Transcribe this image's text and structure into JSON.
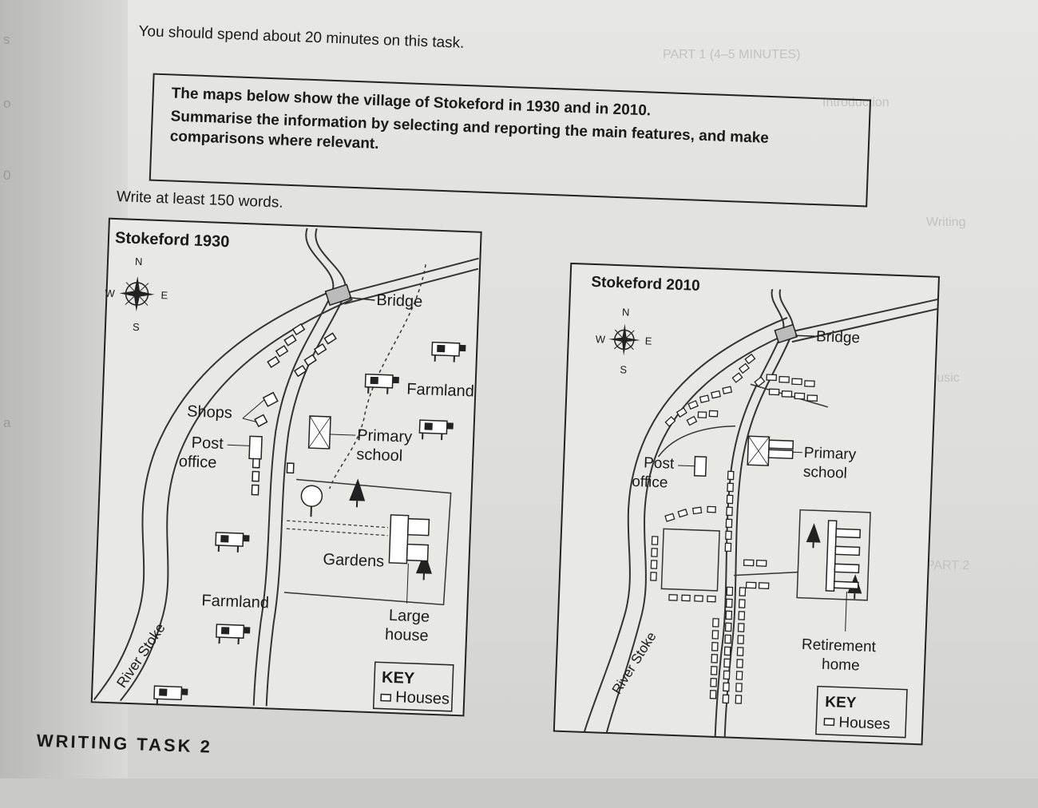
{
  "instructions": {
    "time": "You should spend about 20 minutes on this task.",
    "task_line1": "The maps below show the village of Stokeford in 1930 and in 2010.",
    "task_line2": "Summarise the information by selecting and reporting the main features, and make comparisons where relevant.",
    "word_count": "Write at least 150 words."
  },
  "map1930": {
    "title": "Stokeford 1930",
    "compass": {
      "n": "N",
      "s": "S",
      "e": "E",
      "w": "W"
    },
    "labels": {
      "bridge": "Bridge",
      "farmland_top": "Farmland",
      "shops": "Shops",
      "post_office_1": "Post",
      "post_office_2": "office",
      "primary_school_1": "Primary",
      "primary_school_2": "school",
      "gardens": "Gardens",
      "large_house_1": "Large",
      "large_house_2": "house",
      "farmland_bottom": "Farmland",
      "river": "River Stoke"
    },
    "key": {
      "title": "KEY",
      "houses": "Houses"
    }
  },
  "map2010": {
    "title": "Stokeford 2010",
    "compass": {
      "n": "N",
      "s": "S",
      "e": "E",
      "w": "W"
    },
    "labels": {
      "bridge": "Bridge",
      "post_office_1": "Post",
      "post_office_2": "office",
      "primary_school_1": "Primary",
      "primary_school_2": "school",
      "retirement_home_1": "Retirement",
      "retirement_home_2": "home",
      "river": "River Stoke"
    },
    "key": {
      "title": "KEY",
      "houses": "Houses"
    }
  },
  "footer": {
    "heading": "WRITING TASK 2"
  }
}
